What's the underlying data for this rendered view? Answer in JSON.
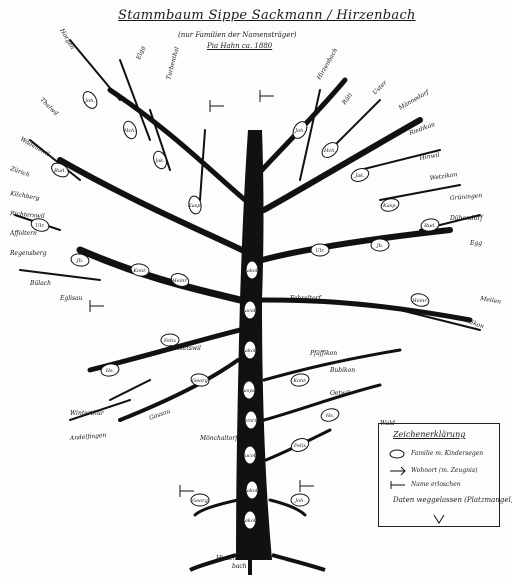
{
  "title": "Stammbaum Sippe Sackmann / Hirzenbach",
  "subtitle_line1": "(nur Familien der Namensträger)",
  "subtitle_line2": "Pia Hahn ca. 1880",
  "legend": {
    "title": "Zeichenerklärung",
    "items": [
      "Familie m. Kindersegen",
      "Wohnort (m. Zeugnis)",
      "Name erloschen",
      "Daten weggelassen (Platzmangel)"
    ]
  },
  "trunk_labels": [
    "Jakob",
    "Jakob",
    "Jacob",
    "Heinrich",
    "Kaspar",
    "Jakob",
    "Jacob",
    "Jakob"
  ],
  "root_labels": [
    "Hirzen-",
    "bach"
  ],
  "branch_labels": {
    "right": [
      "Hirzenbach",
      "Rüti",
      "Uster",
      "Männedorf",
      "Riedikon",
      "Hinwil",
      "Wetzikon",
      "Grüningen",
      "Dübendorf",
      "Egg",
      "Zollikon",
      "Meilen",
      "Pfäffikon",
      "Bubikon",
      "Oetwil",
      "Wald"
    ],
    "left": [
      "Horgen",
      "Thalwil",
      "Wädenswil",
      "Zürich",
      "Kilchberg",
      "Richterswil",
      "Affoltern",
      "Regensberg",
      "Bülach",
      "Eglisau",
      "Winterthur",
      "Andelfingen",
      "Elgg",
      "Turbenthal"
    ],
    "lower": [
      "Gossau",
      "Mönchaltorf",
      "Fehraltorf",
      "Volketswil"
    ]
  },
  "leaf_labels": [
    "Joh.",
    "Hch.",
    "Jak.",
    "Kasp.",
    "Rud.",
    "Ulr.",
    "Jb.",
    "Heinr.",
    "Konr.",
    "Hs.",
    "Felix",
    "Georg"
  ]
}
